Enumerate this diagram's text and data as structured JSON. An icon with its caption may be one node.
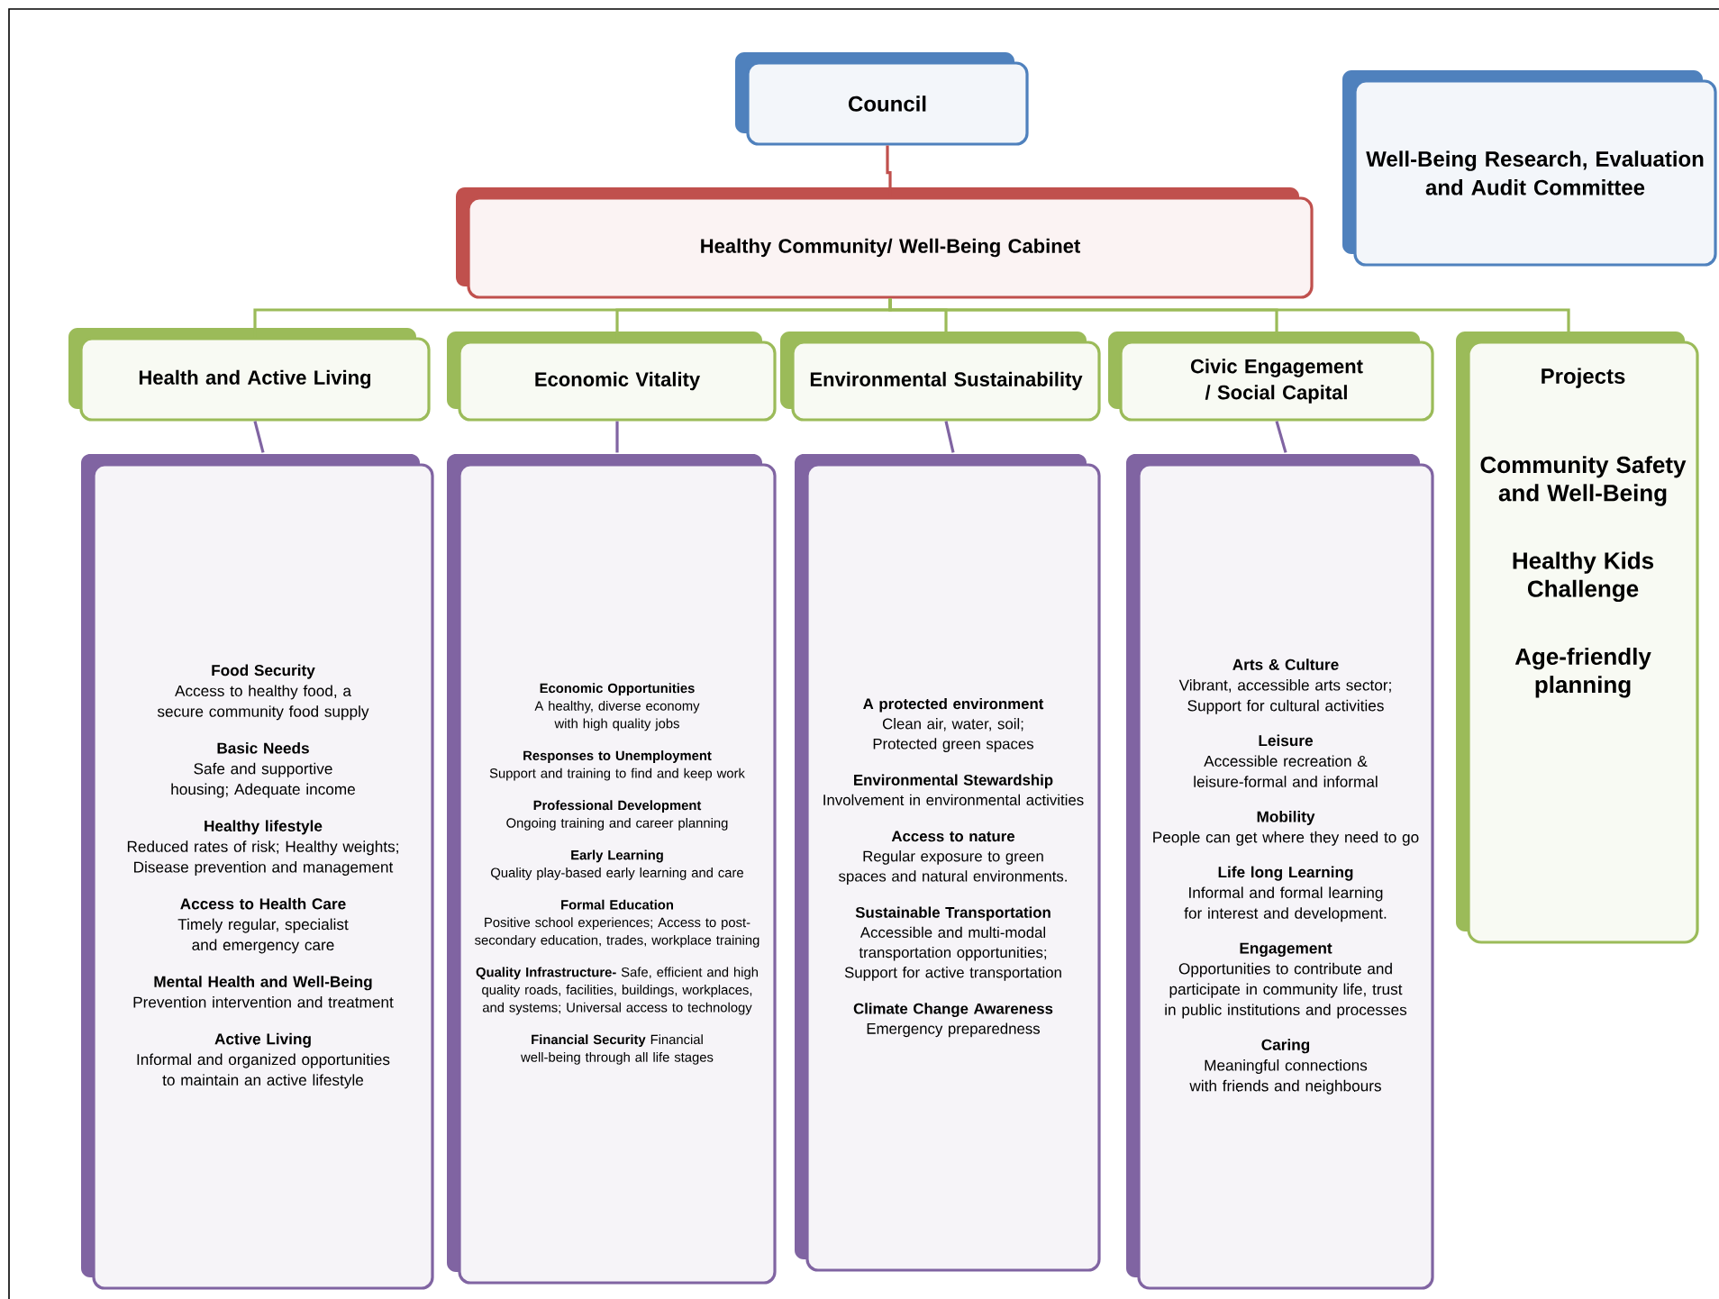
{
  "diagram": {
    "nodes": [
      {
        "text": [
          "Council"
        ]
      },
      {
        "text": [
          "Well-Being Research, Evaluation and Audit Committee"
        ]
      },
      {
        "text": [
          "Healthy Community/ Well-Being Cabinet"
        ]
      },
      {
        "text": [
          "Health and  Active Living"
        ]
      },
      {
        "text": [
          "Economic Vitality"
        ]
      },
      {
        "text": [
          "Environmental Sustainability"
        ]
      },
      {
        "text": [
          "Civic Engagement / Social Capital"
        ]
      },
      {
        "text": [
          "Projects",
          "Community Safety and Well-Being",
          "Healthy Kids Challenge",
          "Age-friendly planning"
        ]
      },
      {
        "text": [
          "Food Security",
          "Access to healthy food, a secure community food supply",
          "Basic Needs",
          "Safe and supportive housing; Adequate income",
          "Healthy lifestyle",
          "Reduced rates of risk; Healthy weights; Disease prevention and management",
          "Access to Health Care",
          "Timely regular, specialist and emergency care",
          "Mental  Health and Well-Being",
          "Prevention intervention and treatment",
          "Active Living",
          "Informal and organized opportunities to maintain an active lifestyle"
        ]
      },
      {
        "text": [
          "Economic Opportunities",
          "A healthy, diverse economy with high quality jobs",
          "Responses to Unemployment",
          "Support and training to find and keep work",
          "Professional Development",
          "Ongoing training and career planning",
          "Early Learning",
          "Quality play-based early learning and care",
          "Formal Education",
          "Positive school experiences; Access to  post-secondary education, trades, workplace training",
          "**Quality Infrastructure-** Safe, efficient  and high quality roads, facilities, buildings, workplaces, and systems; Universal access to technology",
          "**Financial Security** Financial well-being through all life stages"
        ]
      },
      {
        "text": [
          "A protected environment",
          "Clean air, water, soil; Protected green spaces",
          "Environmental Stewardship",
          "Involvement in environmental activities",
          "Access to nature",
          "Regular exposure to green spaces and natural environments.",
          "Sustainable Transportation",
          "Accessible and multi-modal transportation opportunities; Support for active transportation",
          "Climate Change Awareness",
          "Emergency preparedness"
        ]
      },
      {
        "text": [
          "Arts & Culture",
          "Vibrant, accessible arts sector; Support for cultural activities",
          "Leisure",
          "Accessible  recreation  & leisure-formal and informal",
          "Mobility",
          "People can get where they need to go",
          "Life long Learning",
          "Informal and formal learning for interest and development.",
          "Engagement",
          "Opportunities to contribute and participate in community life, trust in public institutions and processes",
          "Caring",
          "Meaningful connections with friends and neighbours"
        ]
      }
    ],
    "edges": [
      {
        "from": 0,
        "to": 2,
        "arrow": "none",
        "color": "#c0504d"
      },
      {
        "from": 2,
        "to": 3,
        "arrow": "none"
      },
      {
        "from": 2,
        "to": 4,
        "arrow": "none"
      },
      {
        "from": 2,
        "to": 5,
        "arrow": "none"
      },
      {
        "from": 2,
        "to": 6,
        "arrow": "none"
      },
      {
        "from": 2,
        "to": 7,
        "arrow": "none"
      },
      {
        "from": 3,
        "to": 8,
        "arrow": "none",
        "color": "#8064a2"
      },
      {
        "from": 4,
        "to": 9,
        "arrow": "none",
        "color": "#8064a2"
      },
      {
        "from": 5,
        "to": 10,
        "arrow": "none",
        "color": "#8064a2"
      },
      {
        "from": 6,
        "to": 11,
        "arrow": "none",
        "color": "#8064a2"
      }
    ]
  }
}
